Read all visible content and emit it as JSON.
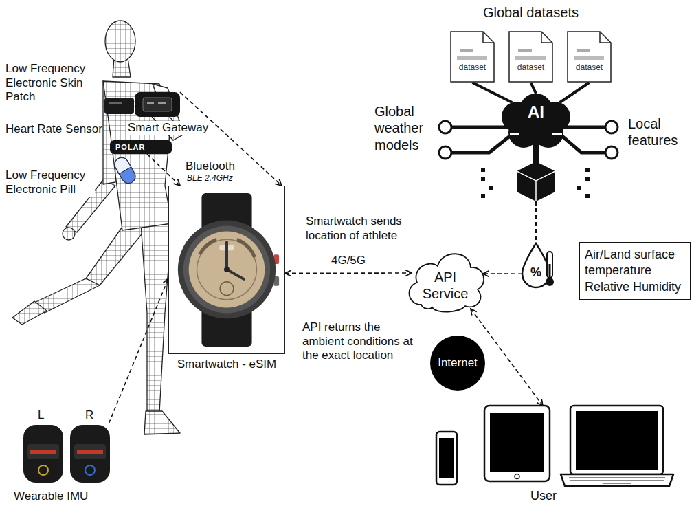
{
  "diagram": {
    "nodes": [
      {
        "text": [
          "Smart Gateway"
        ]
      },
      {
        "text": [
          "POLAR"
        ]
      },
      {
        "text": [
          "Smartwatch - eSIM"
        ]
      },
      {
        "text": [
          "Wearable IMU"
        ]
      },
      {
        "text": [
          "dataset"
        ]
      },
      {
        "text": [
          "dataset"
        ]
      },
      {
        "text": [
          "dataset"
        ]
      },
      {
        "text": [
          "AI"
        ]
      },
      {
        "text": [
          "%"
        ]
      },
      {
        "text": [
          "Air/Land surface temperature Relative Humidity"
        ]
      },
      {
        "text": [
          "API Service"
        ]
      },
      {
        "text": [
          "Internet"
        ]
      },
      {
        "text": [
          "User"
        ]
      }
    ],
    "edges": [
      {
        "from": 1,
        "to": 2,
        "arrow": "to"
      },
      {
        "from": 0,
        "to": 2,
        "arrow": "to"
      },
      {
        "from": 3,
        "to": 2,
        "arrow": "to"
      },
      {
        "from": 2,
        "to": 10,
        "label": "4G/5G",
        "arrow": "both"
      },
      {
        "from": 4,
        "to": 7,
        "arrow": "none"
      },
      {
        "from": 5,
        "to": 7,
        "arrow": "none"
      },
      {
        "from": 6,
        "to": 7,
        "arrow": "none"
      },
      {
        "from": 7,
        "to": 8,
        "arrow": "none"
      },
      {
        "from": 8,
        "to": 10,
        "arrow": "to"
      },
      {
        "from": 10,
        "to": 12,
        "arrow": "both"
      }
    ],
    "labels": [
      "Low Frequency Electronic Skin Patch",
      "Heart Rate Sensor",
      "Bluetooth",
      "BLE 2.4GHz",
      "Low Frequency Electronic Pill",
      "L",
      "R",
      "Global datasets",
      "Global weather models",
      "Local features",
      "Smartwatch sends location of athlete",
      "API returns the ambient conditions at the exact location"
    ]
  }
}
